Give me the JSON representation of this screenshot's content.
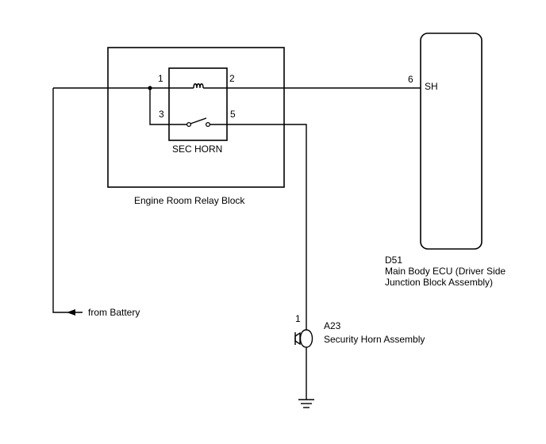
{
  "relay_block": {
    "name": "Engine Room Relay Block",
    "relay": {
      "name": "SEC HORN",
      "pins": {
        "p1": "1",
        "p2": "2",
        "p3": "3",
        "p5": "5"
      }
    }
  },
  "ecu": {
    "connector": "D51",
    "name_line1": "Main Body ECU (Driver Side",
    "name_line2": "Junction Block Assembly)",
    "pin_number": "6",
    "pin_name": "SH"
  },
  "horn": {
    "connector": "A23",
    "name": "Security Horn Assembly",
    "pin_number": "1"
  },
  "battery_label": "from Battery",
  "colors": {
    "line": "#000000",
    "background": "#ffffff"
  }
}
